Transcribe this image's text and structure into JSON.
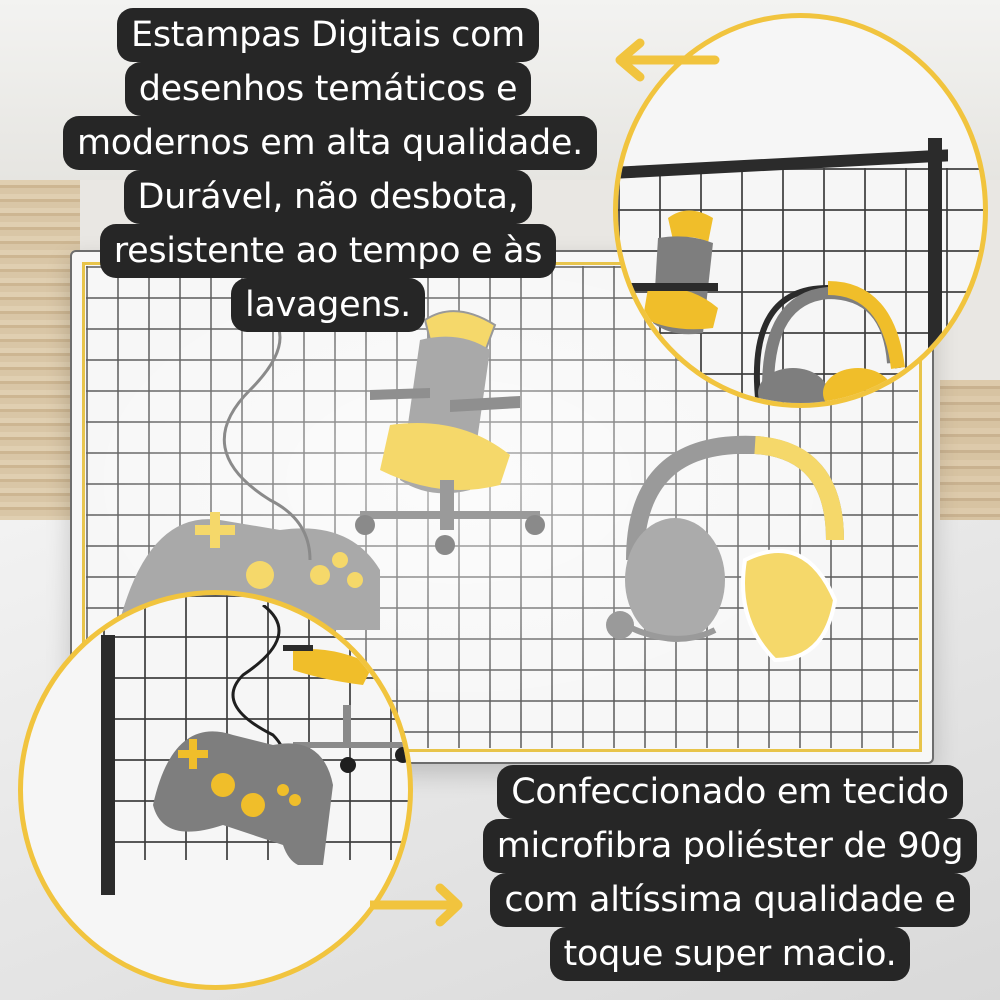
{
  "promo": {
    "top_text": {
      "lines": [
        "Estampas Digitais com",
        "desenhos temáticos e",
        "modernos em alta qualidade.",
        "Durável, não desbota,",
        "resistente ao tempo e às",
        "lavagens."
      ]
    },
    "bottom_text": {
      "lines": [
        "Confeccionado em tecido",
        "microfibra poliéster de 90g",
        "com altíssima qualidade e",
        "toque super macio."
      ]
    }
  },
  "product": {
    "pattern_items": [
      "gaming-chair",
      "headset",
      "game-controller"
    ],
    "colors": {
      "accent_yellow": "#f1c43e",
      "print_yellow": "#f5d86a",
      "print_gray": "#8f8f8f",
      "grid_line": "#5a5a5a",
      "text_box": "#262626",
      "text": "#ffffff"
    }
  },
  "callouts": {
    "top_right_zoom": "chair-and-headset-detail",
    "bottom_left_zoom": "controller-and-chair-detail"
  }
}
